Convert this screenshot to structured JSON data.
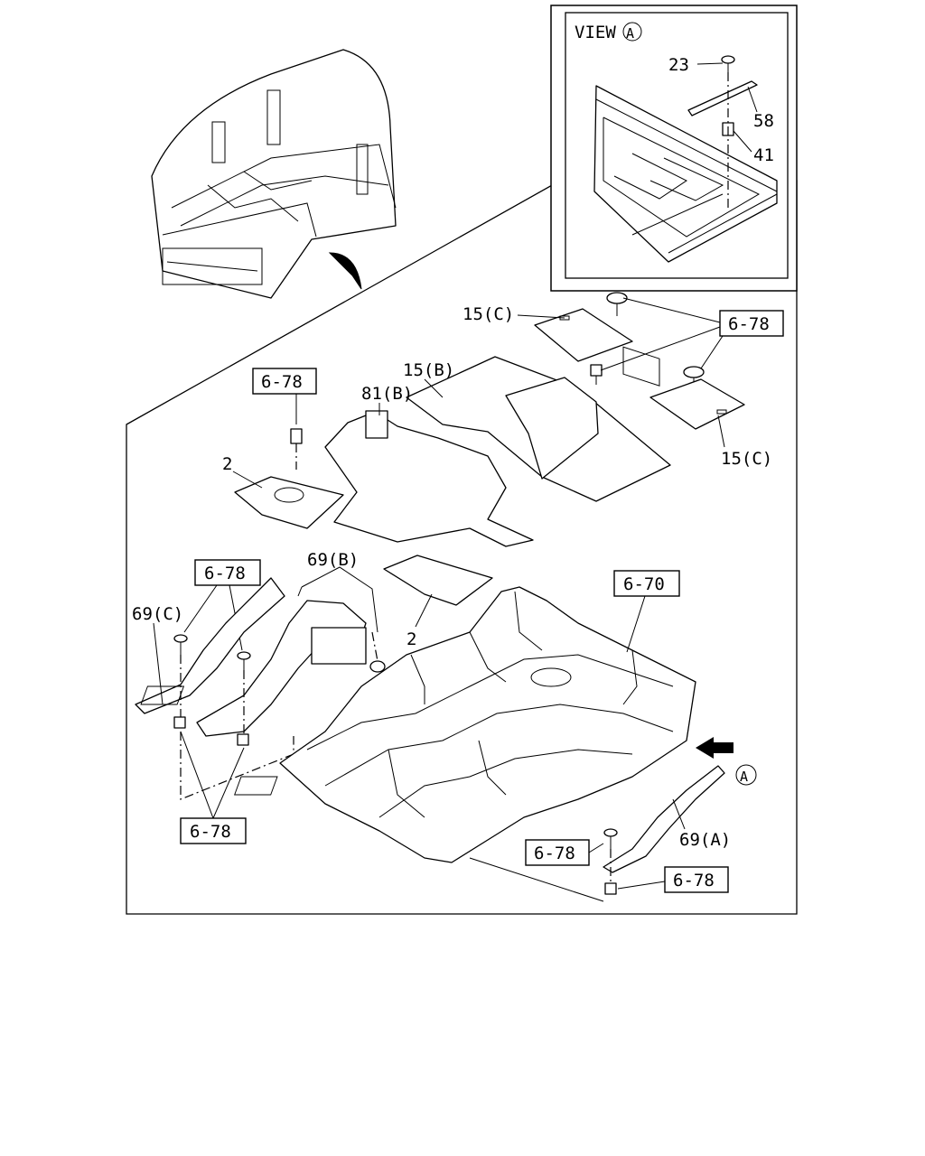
{
  "inset": {
    "title": "VIEW",
    "marker": "A"
  },
  "callouts": {
    "c23": "23",
    "c58": "58",
    "c41": "41",
    "c15c_top": "15(C)",
    "c15b": "15(B)",
    "c81b": "81(B)",
    "c15c_right": "15(C)",
    "c2_upper": "2",
    "c2_lower": "2",
    "c69b": "69(B)",
    "c69c": "69(C)",
    "c69a": "69(A)",
    "view_marker": "A"
  },
  "refs": {
    "r678_top_right": "6-78",
    "r678_upper_left": "6-78",
    "r678_left": "6-78",
    "r678_bottom_left": "6-78",
    "r678_bottom_mid": "6-78",
    "r678_bottom_right": "6-78",
    "r670": "6-70"
  }
}
